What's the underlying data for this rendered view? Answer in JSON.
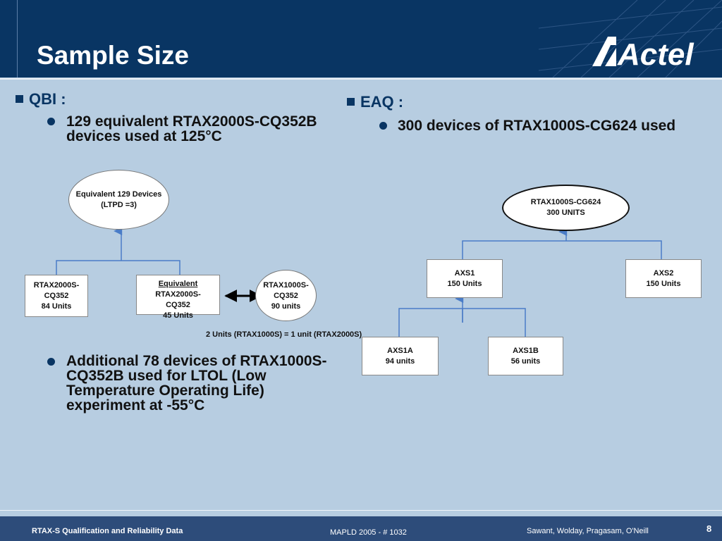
{
  "slide": {
    "title": "Sample Size",
    "brand": "Actel"
  },
  "qbi": {
    "heading": "QBI :",
    "bullet1": [
      "129 equivalent RTAX2000S-CQ352B",
      "devices used at 125°C"
    ],
    "bullet2": [
      "Additional 78 devices of RTAX1000S-",
      "CQ352B used for LTOL (Low",
      "Temperature Operating Life)",
      "experiment at -55°C"
    ],
    "diagram": {
      "top_oval": [
        "Equivalent 129 Devices",
        "(LTPD =3)"
      ],
      "box_left": [
        "RTAX2000S-",
        "CQ352",
        "84 Units"
      ],
      "box_mid_underlined": "Equivalent",
      "box_mid": [
        " RTAX2000S-",
        "CQ352",
        "45 Units"
      ],
      "oval_right": [
        "RTAX1000S-",
        "CQ352",
        "90 units"
      ],
      "note": "2 Units (RTAX1000S) = 1 unit (RTAX2000S)"
    }
  },
  "eaq": {
    "heading": "EAQ :",
    "bullet1": "300 devices of RTAX1000S-CG624 used",
    "diagram": {
      "top_oval": [
        "RTAX1000S-CG624",
        "300 UNITS"
      ],
      "axs1": [
        "AXS1",
        "150 Units"
      ],
      "axs2": [
        "AXS2",
        "150 Units"
      ],
      "axs1a": [
        "AXS1A",
        "94 units"
      ],
      "axs1b": [
        "AXS1B",
        "56 units"
      ]
    }
  },
  "footer": {
    "left": "RTAX-S Qualification and Reliability Data",
    "center": "MAPLD 2005 - # 1032",
    "right": "Sawant, Wolday, Pragasam, O'Neill",
    "page": "8"
  },
  "colors": {
    "header": "#093563",
    "background": "#b7cde1",
    "footer": "#2d4c7a",
    "connector": "#4a7cc7"
  }
}
